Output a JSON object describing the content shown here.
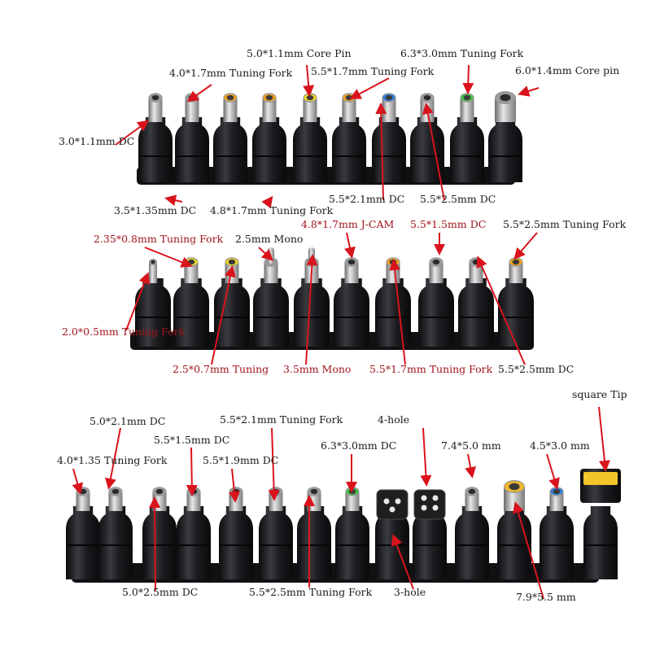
{
  "colors": {
    "background": "#ffffff",
    "connector_body": "#1b1b1e",
    "rack": "#111114",
    "arrow": "#d9141c",
    "text_row1": "#1a1a1a",
    "text_row2_black": "#1a1a1a",
    "text_row2_red": "#a0141c",
    "text_row3": "#1a1a1a"
  },
  "rows": [
    {
      "id": "row-1",
      "tips": [
        "plain",
        "plain",
        "orange",
        "orange",
        "yellow",
        "orange",
        "blue",
        "plain",
        "green",
        "wide"
      ],
      "labels": [
        {
          "id": "r1-3-0x1-1",
          "text": "3.0*1.1mm DC",
          "tip": 0
        },
        {
          "id": "r1-4-0x1-7",
          "text": "4.0*1.7mm Tuning Fork",
          "tip": 1
        },
        {
          "id": "r1-5-0x1-1",
          "text": "5.0*1.1mm Core Pin",
          "tip": 4
        },
        {
          "id": "r1-5-5x1-7",
          "text": "5.5*1.7mm Tuning Fork",
          "tip": 5
        },
        {
          "id": "r1-6-3x3-0",
          "text": "6.3*3.0mm Tuning Fork",
          "tip": 8
        },
        {
          "id": "r1-6-0x1-4",
          "text": "6.0*1.4mm Core pin",
          "tip": 9
        },
        {
          "id": "r1-3-5x1-35",
          "text": "3.5*1.35mm DC",
          "tip": 2
        },
        {
          "id": "r1-4-8x1-7",
          "text": "4.8*1.7mm Tuning Fork",
          "tip": 3
        },
        {
          "id": "r1-5-5x2-1",
          "text": "5.5*2.1mm DC",
          "tip": 6
        },
        {
          "id": "r1-5-5x2-5",
          "text": "5.5*2.5mm DC",
          "tip": 7
        }
      ]
    },
    {
      "id": "row-2",
      "tips": [
        "thin",
        "yellow",
        "yellow",
        "mono",
        "mono",
        "plain",
        "orange",
        "plain",
        "plain",
        "orange"
      ],
      "labels": [
        {
          "id": "r2-2-35x0-8",
          "text": "2.35*0.8mm Tuning Fork",
          "tip": 1
        },
        {
          "id": "r2-2-5-mono",
          "text": "2.5mm Mono",
          "tip": 3
        },
        {
          "id": "r2-4-8x1-7-jcam",
          "text": "4.8*1.7mm J-CAM",
          "tip": 5
        },
        {
          "id": "r2-5-5x1-5",
          "text": "5.5*1.5mm DC",
          "tip": 7
        },
        {
          "id": "r2-5-5x2-5-tf",
          "text": "5.5*2.5mm Tuning Fork",
          "tip": 9
        },
        {
          "id": "r2-2-0x0-5",
          "text": "2.0*0.5mm Tuning Fork",
          "tip": 0
        },
        {
          "id": "r2-2-5x0-7",
          "text": "2.5*0.7mm Tuning",
          "tip": 2
        },
        {
          "id": "r2-3-5-mono",
          "text": "3.5mm Mono",
          "tip": 4
        },
        {
          "id": "r2-5-5x1-7",
          "text": "5.5*1.7mm Tuning Fork",
          "tip": 6
        },
        {
          "id": "r2-5-5x2-5-dc",
          "text": "5.5*2.5mm DC",
          "tip": 8
        }
      ]
    },
    {
      "id": "row-3",
      "tips": [
        "plain",
        "plain",
        "plain",
        "plain",
        "plain",
        "plain",
        "plain",
        "green",
        "hole3",
        "hole4",
        "plain",
        "yellowbig",
        "blue",
        "square"
      ],
      "labels": [
        {
          "id": "r3-square-tip",
          "text": "square Tip",
          "tip": 13
        },
        {
          "id": "r3-5-0x2-1",
          "text": "5.0*2.1mm DC",
          "tip": 1
        },
        {
          "id": "r3-5-5x2-1-tf",
          "text": "5.5*2.1mm Tuning Fork",
          "tip": 5
        },
        {
          "id": "r3-4-hole",
          "text": "4-hole",
          "tip": 9
        },
        {
          "id": "r3-5-5x1-5",
          "text": "5.5*1.5mm DC",
          "tip": 3
        },
        {
          "id": "r3-6-3x3-0",
          "text": "6.3*3.0mm DC",
          "tip": 7
        },
        {
          "id": "r3-7-4x5-0",
          "text": "7.4*5.0 mm",
          "tip": 10
        },
        {
          "id": "r3-4-5x3-0",
          "text": "4.5*3.0 mm",
          "tip": 12
        },
        {
          "id": "r3-4-0x1-35",
          "text": "4.0*1.35 Tuning Fork",
          "tip": 0
        },
        {
          "id": "r3-5-5x1-9",
          "text": "5.5*1.9mm DC",
          "tip": 4
        },
        {
          "id": "r3-5-0x2-5",
          "text": "5.0*2.5mm DC",
          "tip": 2
        },
        {
          "id": "r3-5-5x2-5-tf",
          "text": "5.5*2.5mm Tuning Fork",
          "tip": 6
        },
        {
          "id": "r3-3-hole",
          "text": "3-hole",
          "tip": 8
        },
        {
          "id": "r3-7-9x5-5",
          "text": "7.9*5.5 mm",
          "tip": 11
        }
      ]
    }
  ]
}
